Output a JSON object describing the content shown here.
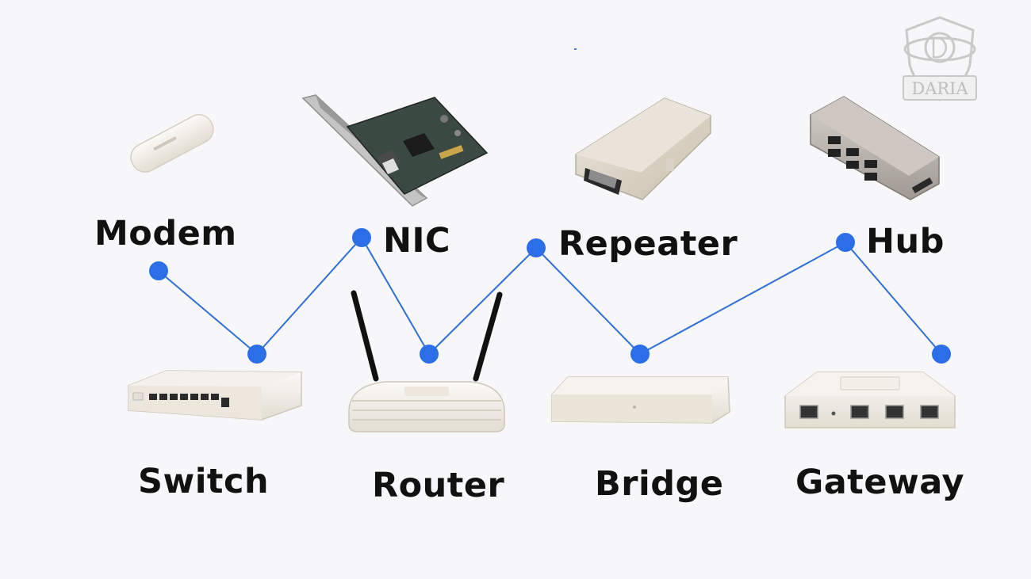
{
  "colors": {
    "line": "#2f6fd6",
    "dot": "#2b6ee8",
    "label": "#111111",
    "background": "#f7f7f9"
  },
  "devices": [
    {
      "id": "modem",
      "label": "Modem",
      "icon": "usb-modem-icon"
    },
    {
      "id": "nic",
      "label": "NIC",
      "icon": "network-card-icon"
    },
    {
      "id": "repeater",
      "label": "Repeater",
      "icon": "repeater-device-icon"
    },
    {
      "id": "hub",
      "label": "Hub",
      "icon": "usb-hub-icon"
    },
    {
      "id": "switch",
      "label": "Switch",
      "icon": "network-switch-icon"
    },
    {
      "id": "router",
      "label": "Router",
      "icon": "wireless-router-icon"
    },
    {
      "id": "bridge",
      "label": "Bridge",
      "icon": "bridge-device-icon"
    },
    {
      "id": "gateway",
      "label": "Gateway",
      "icon": "gateway-device-icon"
    }
  ],
  "connection_order": [
    "modem",
    "switch",
    "nic",
    "router",
    "repeater",
    "bridge",
    "hub",
    "gateway"
  ],
  "watermark": {
    "text": "DARIA",
    "icon": "daria-logo-icon"
  }
}
